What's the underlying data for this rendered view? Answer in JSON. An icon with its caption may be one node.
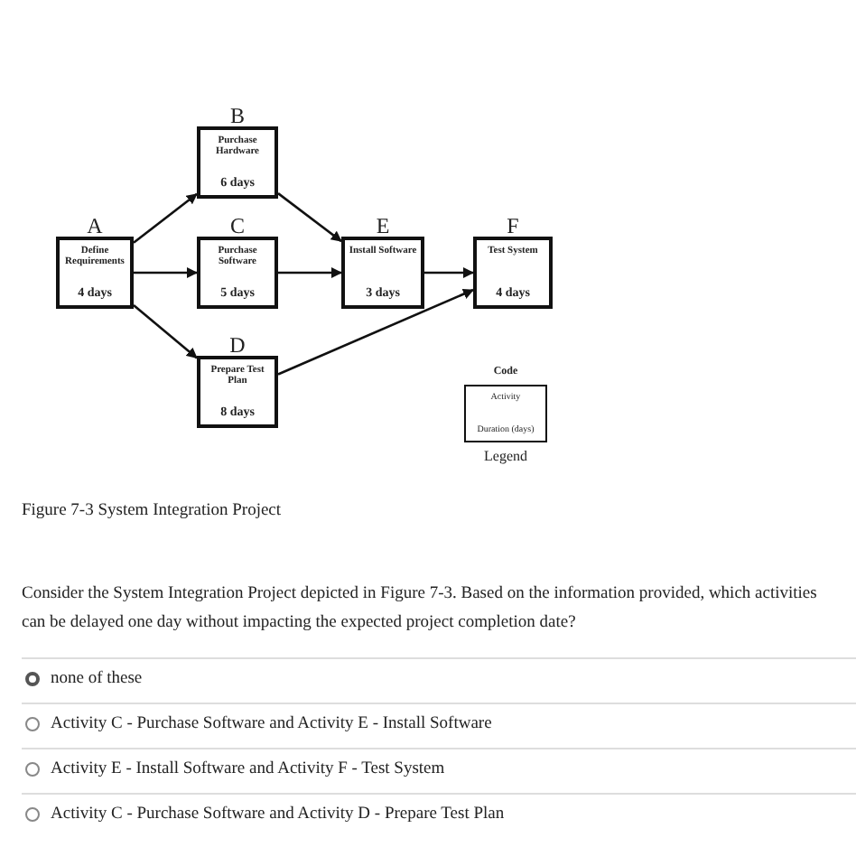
{
  "diagram": {
    "caption": "Figure 7-3 System Integration Project",
    "nodes": [
      {
        "text": [
          "A",
          "Define Requirements",
          "4 days"
        ]
      },
      {
        "text": [
          "B",
          "Purchase Hardware",
          "6 days"
        ]
      },
      {
        "text": [
          "C",
          "Purchase Software",
          "5 days"
        ]
      },
      {
        "text": [
          "D",
          "Prepare Test Plan",
          "8 days"
        ]
      },
      {
        "text": [
          "E",
          "Install Software",
          "3 days"
        ]
      },
      {
        "text": [
          "F",
          "Test System",
          "4 days"
        ]
      },
      {
        "text": [
          "Code",
          "Activity",
          "Duration (days)"
        ],
        "beside": [
          "Legend"
        ]
      }
    ],
    "edges": [
      {
        "from": 0,
        "to": 1,
        "arrow": "to"
      },
      {
        "from": 0,
        "to": 2,
        "arrow": "to"
      },
      {
        "from": 0,
        "to": 3,
        "arrow": "to"
      },
      {
        "from": 1,
        "to": 4,
        "arrow": "to"
      },
      {
        "from": 2,
        "to": 4,
        "arrow": "to"
      },
      {
        "from": 4,
        "to": 5,
        "arrow": "to"
      },
      {
        "from": 3,
        "to": 5,
        "arrow": "to"
      }
    ],
    "labels": [
      "Consider the System Integration Project depicted in Figure 7-3. Based on the information provided, which activities can be delayed one day without impacting the expected project completion date?",
      "none of these",
      "Activity C - Purchase Software and Activity E - Install Software",
      "Activity E - Install Software and Activity F - Test System",
      "Activity C - Purchase Software and Activity D - Prepare Test Plan"
    ]
  }
}
